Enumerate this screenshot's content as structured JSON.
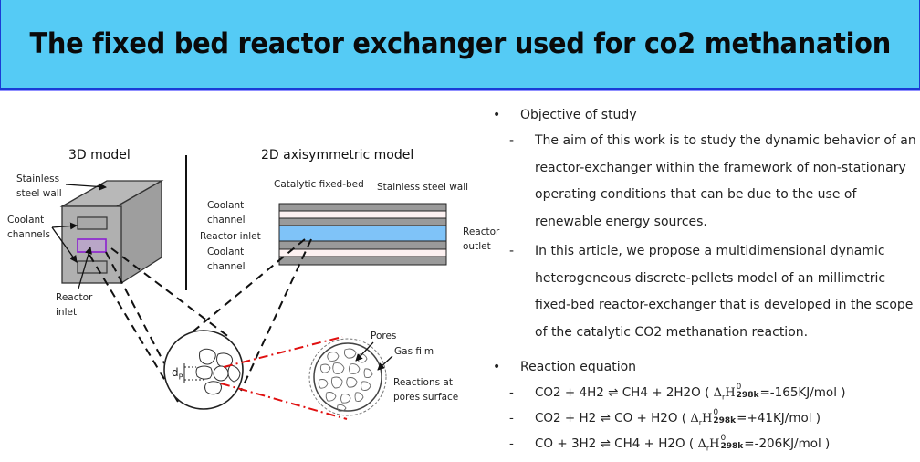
{
  "title": "The fixed bed reactor exchanger used for co2 methanation",
  "diagram": {
    "model_3d": {
      "heading": "3D model",
      "labels": {
        "stainless_wall": [
          "Stainless",
          "steel wall"
        ],
        "coolant_channels": [
          "Coolant",
          "channels"
        ],
        "reactor_inlet": [
          "Reactor",
          "inlet"
        ]
      }
    },
    "model_2d": {
      "heading": "2D axisymmetric model",
      "labels": {
        "catalytic_bed": "Catalytic fixed-bed",
        "stainless_wall": "Stainless steel wall",
        "coolant_channel_top": [
          "Coolant",
          "channel"
        ],
        "reactor_inlet": "Reactor inlet",
        "coolant_channel_bottom": [
          "Coolant",
          "channel"
        ],
        "reactor_outlet": [
          "Reactor",
          "outlet"
        ]
      }
    },
    "pellet_detail": {
      "dp_label": "d",
      "dp_subscript": "P",
      "pores": "Pores",
      "gas_film": "Gas film",
      "reactions": [
        "Reactions at",
        "pores surface"
      ]
    },
    "colors": {
      "steel": "#a9a9a9",
      "coolant": "#fdf1f1",
      "bed": "#7fc3f8",
      "inlet_highlight": "#b9a6c7",
      "inlet_border": "#8a1fcf",
      "red_dash": "#e01010"
    }
  },
  "text": {
    "objective": {
      "bullet": "•",
      "label": "Objective of study",
      "items": [
        "The aim of this work is to study the dynamic behavior of an reactor-exchanger within the framework of non-stationary operating conditions that can be due to the use of renewable energy sources.",
        "In this article, we propose a multidimensional dynamic heterogeneous discrete-pellets model of an millimetric fixed-bed reactor-exchanger that is developed in the scope of the catalytic CO2 methanation reaction."
      ]
    },
    "reactions": {
      "bullet": "•",
      "label": "Reaction equation",
      "dash": "-",
      "items": [
        {
          "equation": "CO2 + 4H2 ⇌ CH4 + 2H2O (",
          "delta": "Δ",
          "delta_sub": "r",
          "H": "H",
          "sup": "0",
          "sub": "298k",
          "value": "=-165KJ/mol )"
        },
        {
          "equation": "CO2 + H2 ⇌ CO + H2O (",
          "delta": "Δ",
          "delta_sub": "r",
          "H": "H",
          "sup": "0",
          "sub": "298k",
          "value": "=+41KJ/mol )"
        },
        {
          "equation": "CO + 3H2 ⇌ CH4 + H2O (",
          "delta": "Δ",
          "delta_sub": "r",
          "H": "H",
          "sup": "0",
          "sub": "298k",
          "value": "=-206KJ/mol )"
        }
      ]
    }
  }
}
